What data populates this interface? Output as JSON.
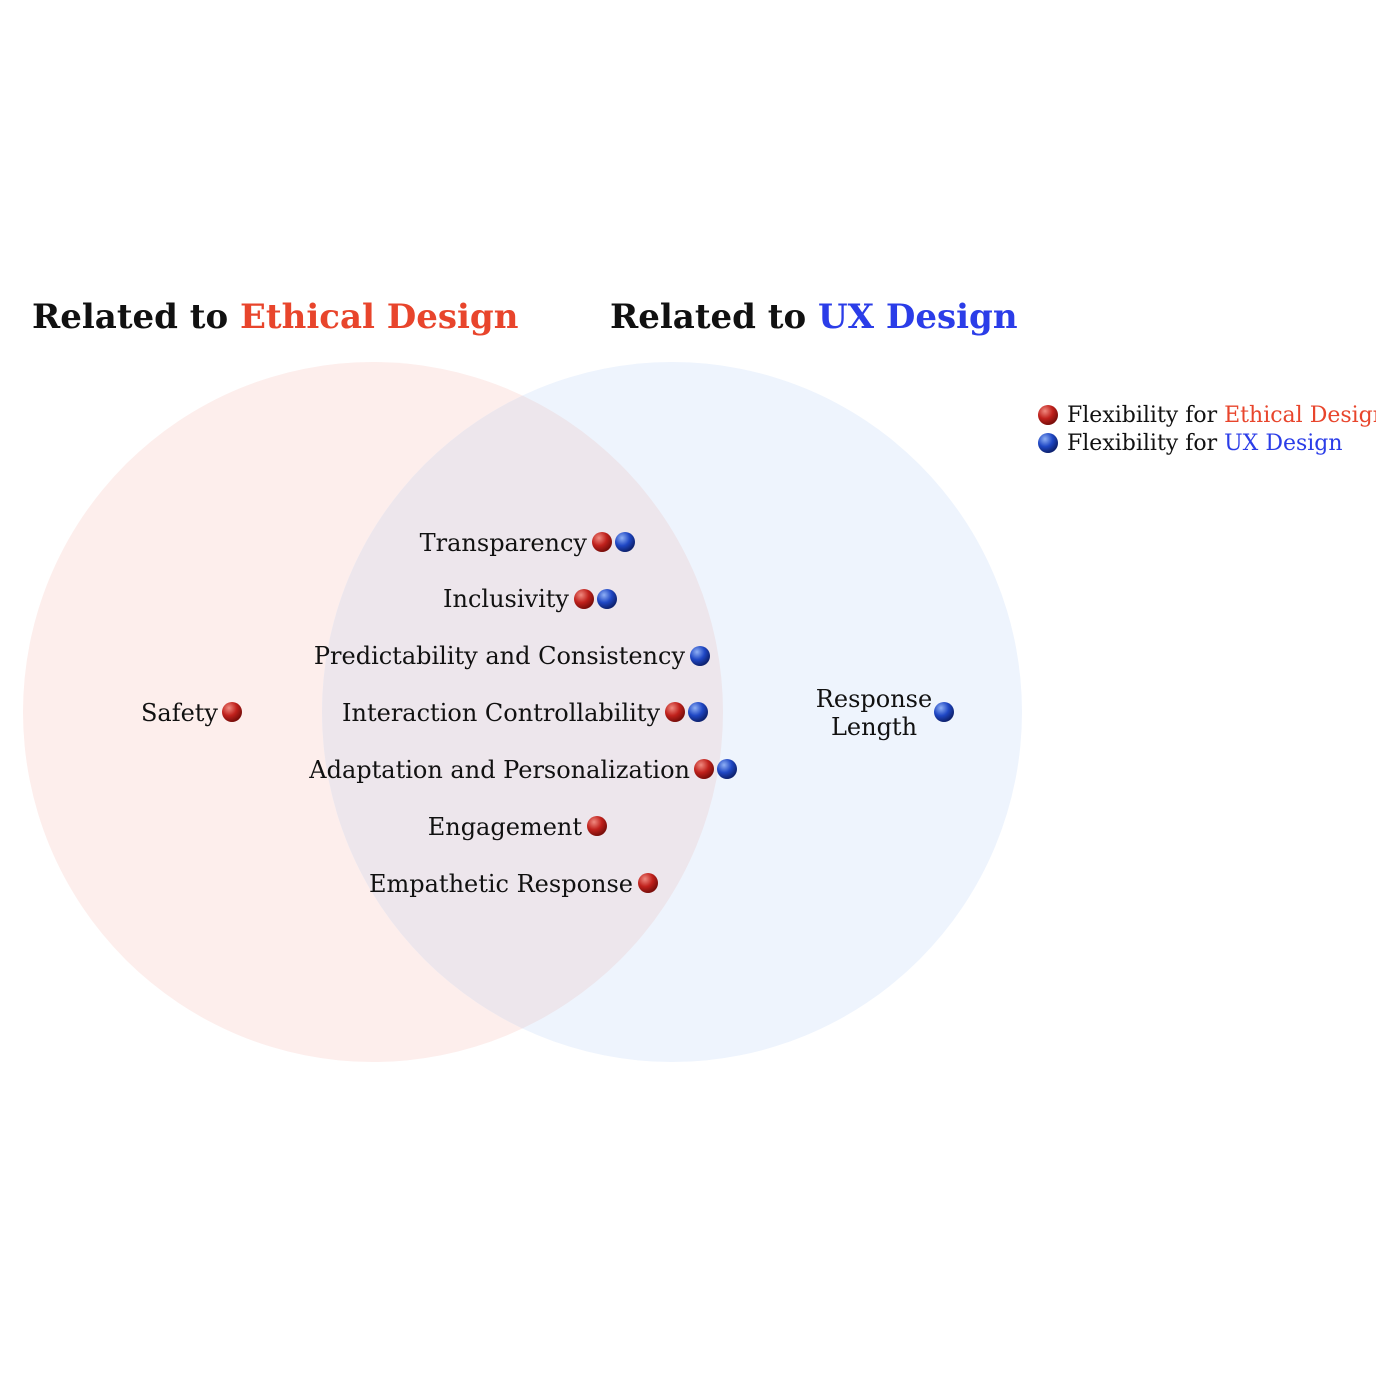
{
  "colors": {
    "ethical": "#e8452c",
    "ux": "#2b3de8",
    "ethical_circle_fill": "#fdeeec",
    "ux_circle_fill": "#eef4fd",
    "overlap_fill": "#ede6ec",
    "red_dot": "#c0211c",
    "blue_dot": "#1f47c4"
  },
  "titles": {
    "left_prefix": "Related to ",
    "left_highlight": "Ethical Design",
    "right_prefix": "Related to ",
    "right_highlight": "UX Design"
  },
  "legend": {
    "prefix": "Flexibility for ",
    "ethical_label": "Ethical Design",
    "ux_label": "UX Design"
  },
  "sets": {
    "ethical_only": [
      {
        "label": "Safety",
        "flex_ethical": true,
        "flex_ux": false
      }
    ],
    "both": [
      {
        "label": "Transparency",
        "flex_ethical": true,
        "flex_ux": true
      },
      {
        "label": "Inclusivity",
        "flex_ethical": true,
        "flex_ux": true
      },
      {
        "label": "Predictability and Consistency",
        "flex_ethical": false,
        "flex_ux": true
      },
      {
        "label": "Interaction Controllability",
        "flex_ethical": true,
        "flex_ux": true
      },
      {
        "label": "Adaptation and Personalization",
        "flex_ethical": true,
        "flex_ux": true
      },
      {
        "label": "Engagement",
        "flex_ethical": true,
        "flex_ux": false
      },
      {
        "label": "Empathetic Response",
        "flex_ethical": true,
        "flex_ux": false
      }
    ],
    "ux_only": [
      {
        "label_lines": [
          "Response",
          "Length"
        ],
        "flex_ethical": false,
        "flex_ux": true
      }
    ]
  }
}
